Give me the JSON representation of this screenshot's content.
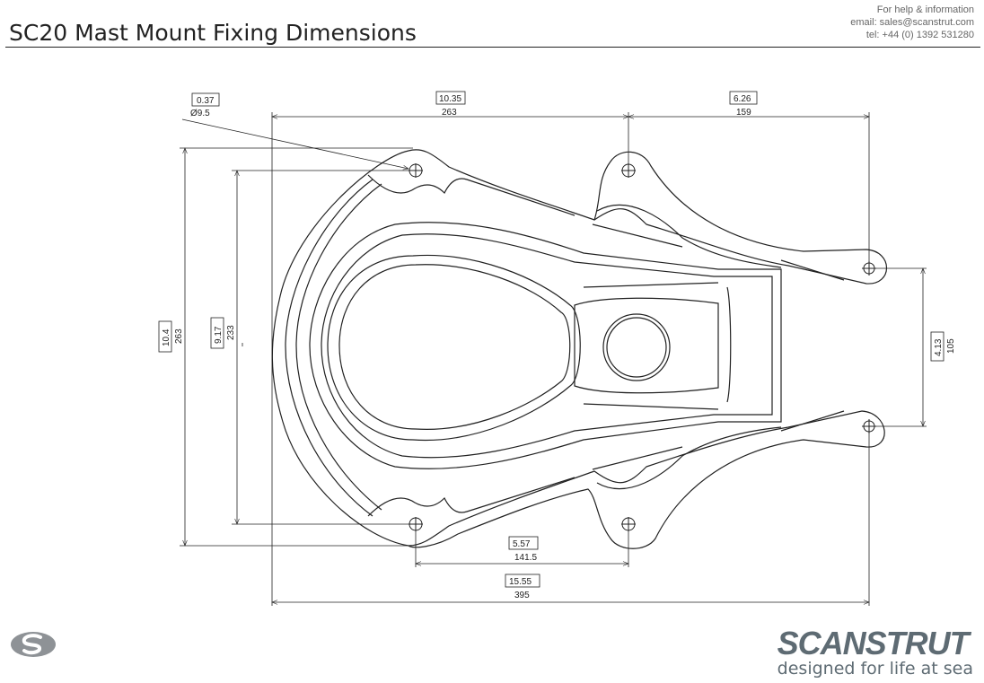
{
  "header": {
    "title": "SC20 Mast Mount Fixing Dimensions",
    "help_line1": "For help & information",
    "help_line2": "email: sales@scanstrut.com",
    "help_line3": "tel:  +44 (0) 1392 531280"
  },
  "dimensions": {
    "hole_in": "0.37",
    "hole_mm": "Ø9.5",
    "top_width_in": "10.35",
    "top_width_mm": "263",
    "top_right_in": "6.26",
    "top_right_mm": "159",
    "outer_height_in": "10.4",
    "outer_height_mm": "263",
    "inner_height_in": "9.17",
    "inner_height_mm": "233",
    "right_gap_in": "4.13",
    "right_gap_mm": "105",
    "bottom_inner_in": "5.57",
    "bottom_inner_mm": "141.5",
    "bottom_total_in": "15.55",
    "bottom_total_mm": "395"
  },
  "brand": {
    "wordmark": "SCANSTRUT",
    "tagline": "designed for life at sea"
  }
}
